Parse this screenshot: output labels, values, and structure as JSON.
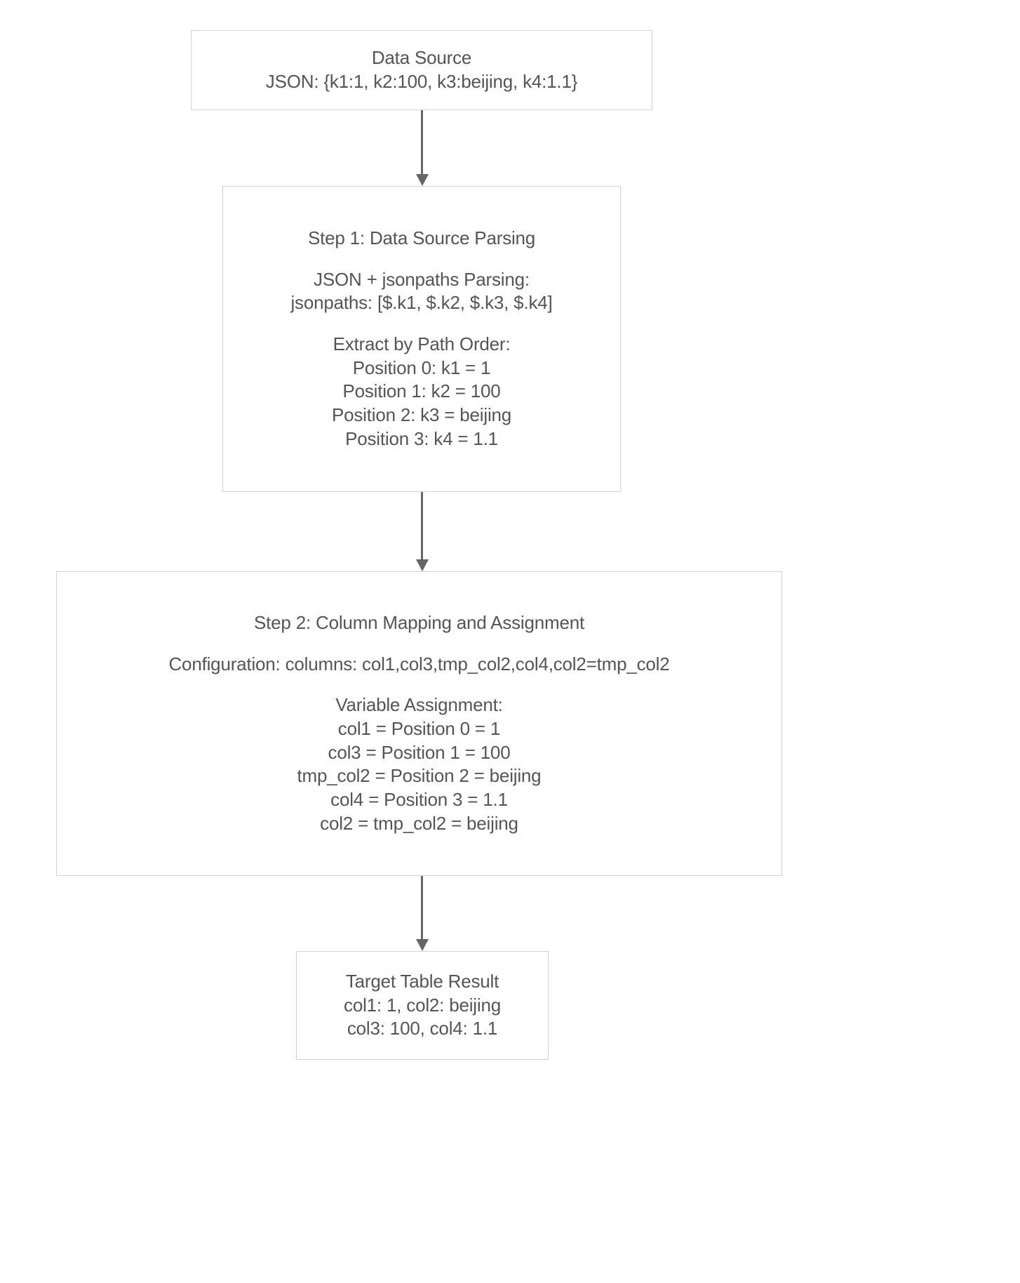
{
  "diagram": {
    "type": "flowchart",
    "direction": "top-to-bottom",
    "colors": {
      "node_border": "#d3d3d3",
      "node_fill": "#ffffff",
      "text": "#555555",
      "arrow": "#666666",
      "background": "#ffffff"
    },
    "nodes": [
      {
        "id": "source",
        "name": "data-source-node",
        "lines": [
          "Data Source",
          "JSON: {k1:1, k2:100, k3:beijing, k4:1.1}"
        ]
      },
      {
        "id": "step1",
        "name": "step1-node",
        "lines": [
          "Step 1: Data Source Parsing",
          "",
          "JSON + jsonpaths Parsing:",
          "jsonpaths: [$.k1, $.k2, $.k3, $.k4]",
          "",
          "Extract by Path Order:",
          "Position 0: k1 = 1",
          "Position 1: k2 = 100",
          "Position 2: k3 = beijing",
          "Position 3: k4 = 1.1"
        ]
      },
      {
        "id": "step2",
        "name": "step2-node",
        "lines": [
          "Step 2: Column Mapping and Assignment",
          "",
          "Configuration: columns: col1,col3,tmp_col2,col4,col2=tmp_col2",
          "",
          "Variable Assignment:",
          "col1 = Position 0 = 1",
          "col3 = Position 1 = 100",
          "tmp_col2 = Position 2 = beijing",
          "col4 = Position 3 = 1.1",
          "col2 = tmp_col2 = beijing"
        ]
      },
      {
        "id": "result",
        "name": "target-table-result-node",
        "lines": [
          "Target Table Result",
          "col1: 1, col2: beijing",
          "col3: 100, col4: 1.1"
        ]
      }
    ],
    "edges": [
      {
        "id": "e1",
        "from": "source",
        "to": "step1",
        "label": "",
        "arrowhead": "solid-triangle"
      },
      {
        "id": "e2",
        "from": "step1",
        "to": "step2",
        "label": "",
        "arrowhead": "solid-triangle"
      },
      {
        "id": "e3",
        "from": "step2",
        "to": "result",
        "label": "",
        "arrowhead": "solid-triangle"
      }
    ]
  }
}
